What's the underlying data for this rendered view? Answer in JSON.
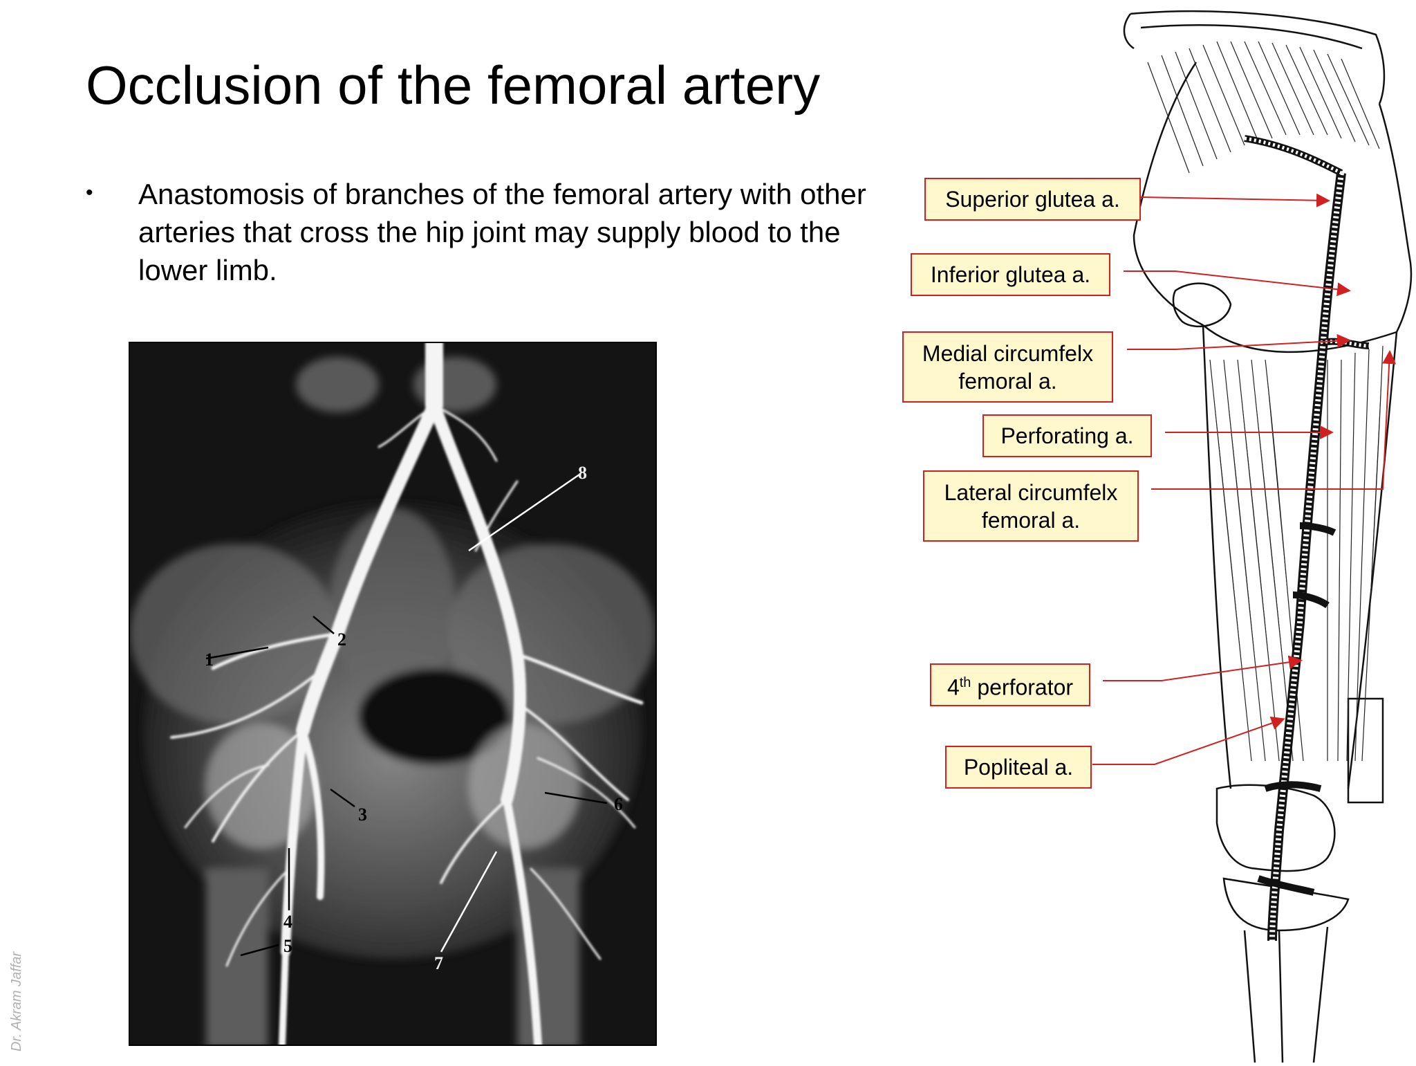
{
  "slide": {
    "title": "Occlusion of the femoral artery",
    "bullet": "Anastomosis of branches of the femoral artery with other arteries that cross the hip joint may supply blood to the lower limb.",
    "watermark": "Dr. Akram Jaffar"
  },
  "angiogram": {
    "labels": [
      "1",
      "2",
      "3",
      "4",
      "5",
      "6",
      "7",
      "8"
    ]
  },
  "labels": [
    {
      "text": "Superior glutea a."
    },
    {
      "text": "Inferior glutea a."
    },
    {
      "line1": "Medial circumfelx",
      "line2": "femoral a."
    },
    {
      "text": "Perforating a."
    },
    {
      "line1": "Lateral circumfelx",
      "line2": "femoral a."
    },
    {
      "num": "4",
      "sup": "th",
      "rest": " perforator"
    },
    {
      "text": "Popliteal a."
    }
  ],
  "colors": {
    "label_border": "#d02020",
    "label_fill": "#fff8cc",
    "leader_line": "#d02020"
  }
}
